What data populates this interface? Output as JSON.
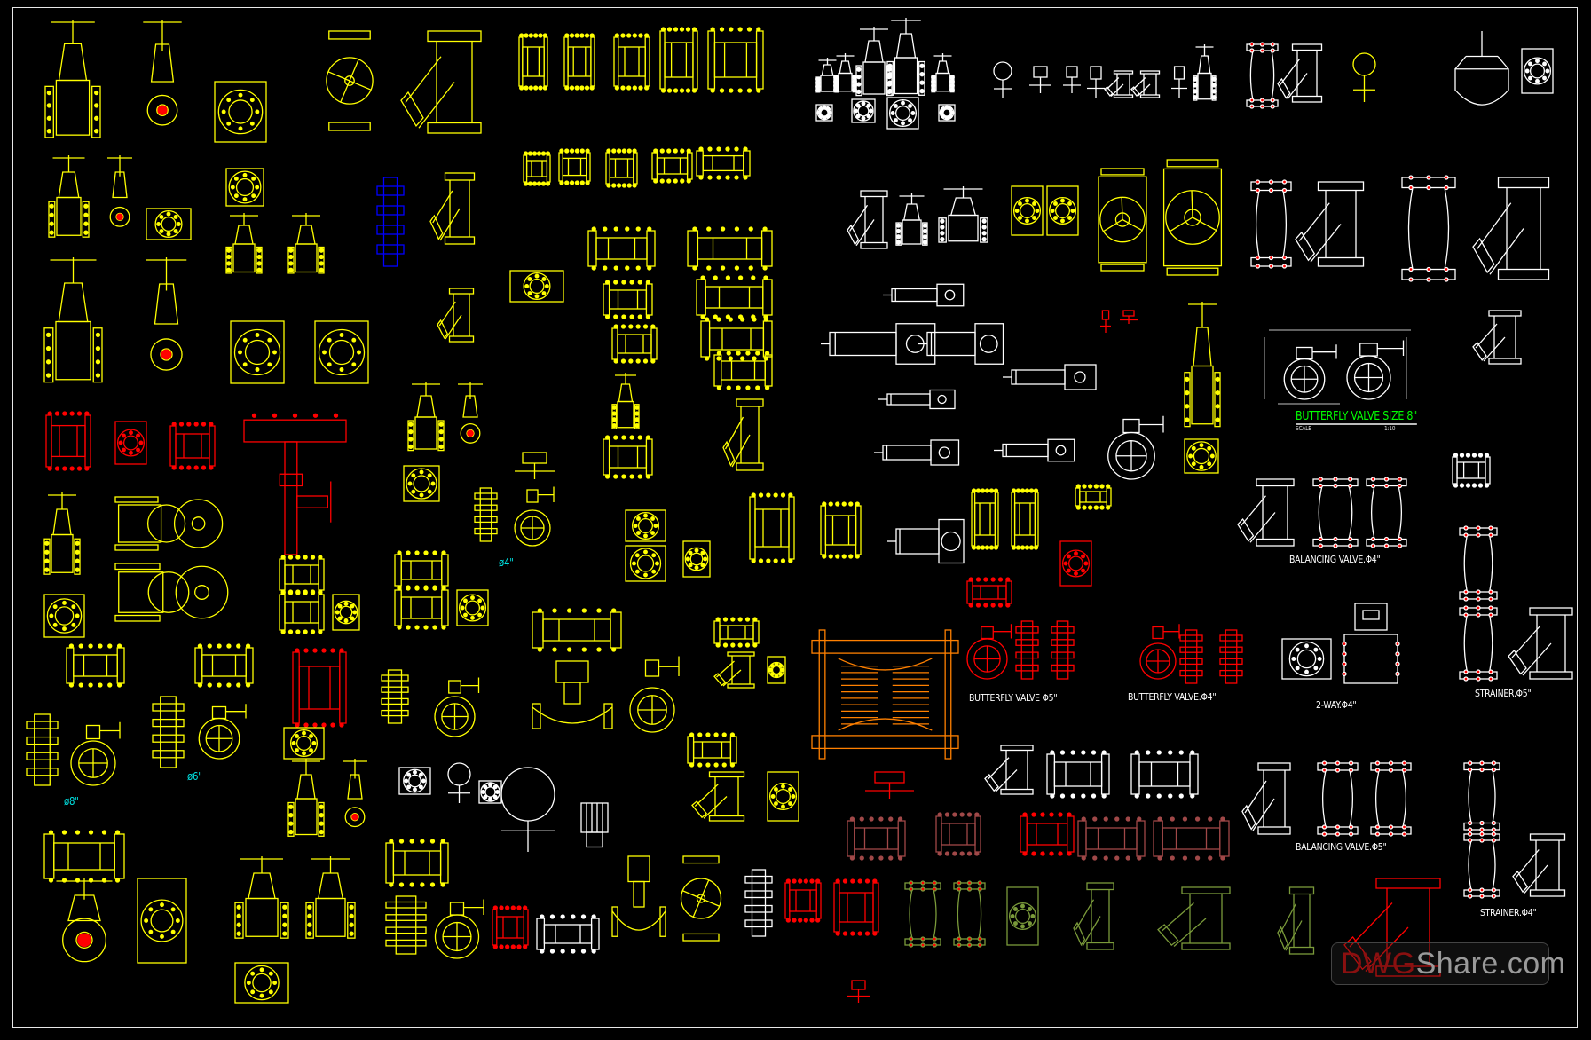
{
  "labels": {
    "dia8": "ø8\"",
    "dia6": "ø6\"",
    "dia4": "ø4\"",
    "butterfly8_title": "BUTTERFLY VALVE SIZE 8\"",
    "butterfly8_scale_label": "SCALE",
    "butterfly8_scale_value": "1:10",
    "balancing4": "BALANCING VALVE.Φ4\"",
    "butterfly5": "BUTTERFLY VALVE Φ5\"",
    "butterfly4": "BUTTERFLY VALVE.Φ4\"",
    "twoway4": "2-WAY.Φ4\"",
    "strainer5": "STRAINER.Φ5\"",
    "balancing5": "BALANCING VALVE.Φ5\"",
    "strainer4": "STRAINER.Φ4\""
  },
  "watermark": {
    "prefix": "DWG",
    "suffix": "Share.com"
  },
  "colors": {
    "background": "#000000",
    "yellow": "#ffff00",
    "white": "#ffffff",
    "red": "#ff0000",
    "orange": "#ff8000",
    "cyan": "#00e0e0",
    "blue": "#0000ff",
    "olive": "#7a9a3a",
    "brown": "#a04848",
    "green_text": "#00ff00"
  }
}
